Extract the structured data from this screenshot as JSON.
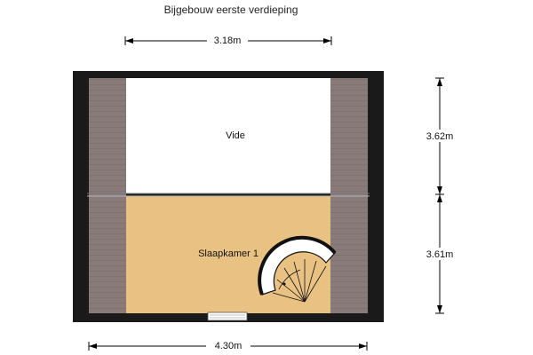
{
  "title": "Bijgebouw eerste verdieping",
  "rooms": {
    "vide": "Vide",
    "slaapkamer": "Slaapkamer 1"
  },
  "dimensions": {
    "top_width": "3.18m",
    "bottom_width": "4.30m",
    "right_upper": "3.62m",
    "right_lower": "3.61m"
  },
  "colors": {
    "wall": "#1a1a1a",
    "roof_slope": "#8a7b7b",
    "vide_fill": "#ffffff",
    "bedroom_fill": "#e9c283",
    "dimension_line": "#000000"
  },
  "icons": [
    "spiral-staircase-icon",
    "window-icon"
  ]
}
